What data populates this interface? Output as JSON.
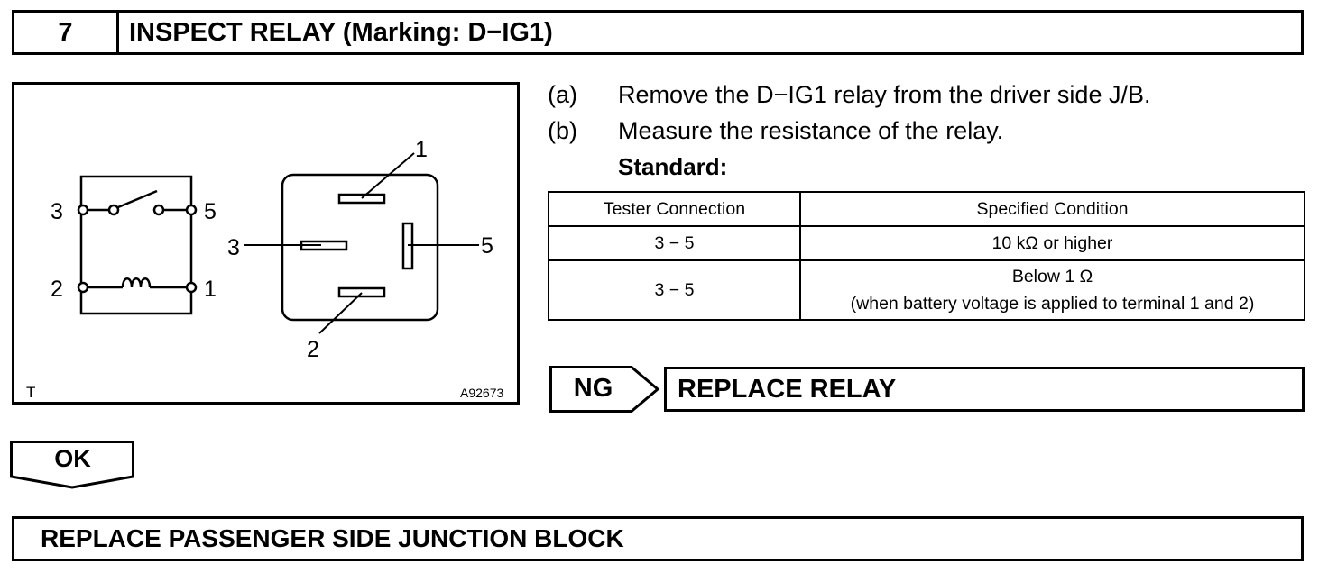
{
  "header": {
    "step_number": "7",
    "title": "INSPECT RELAY (Marking: D−IG1)"
  },
  "diagram": {
    "schematic_pins": {
      "top_left": "3",
      "top_right": "5",
      "bottom_left": "2",
      "bottom_right": "1"
    },
    "connector_pins": {
      "top": "1",
      "left": "3",
      "right": "5",
      "bottom": "2"
    },
    "corner_code": "T",
    "figure_id": "A92673"
  },
  "instructions": [
    {
      "label": "(a)",
      "text": "Remove the D−IG1 relay from the driver side J/B."
    },
    {
      "label": "(b)",
      "text": "Measure the resistance of the relay."
    }
  ],
  "standard_label": "Standard:",
  "spec_table": {
    "headers": [
      "Tester Connection",
      "Specified Condition"
    ],
    "rows": [
      {
        "connection": "3 − 5",
        "condition": "10 kΩ or higher",
        "condition_note": ""
      },
      {
        "connection": "3 − 5",
        "condition": "Below 1 Ω",
        "condition_note": "(when battery voltage is applied to terminal 1 and 2)"
      }
    ]
  },
  "ng_branch": {
    "label": "NG",
    "result": "REPLACE RELAY"
  },
  "ok_branch": {
    "label": "OK"
  },
  "final_step": {
    "text": "REPLACE PASSENGER SIDE JUNCTION BLOCK"
  }
}
